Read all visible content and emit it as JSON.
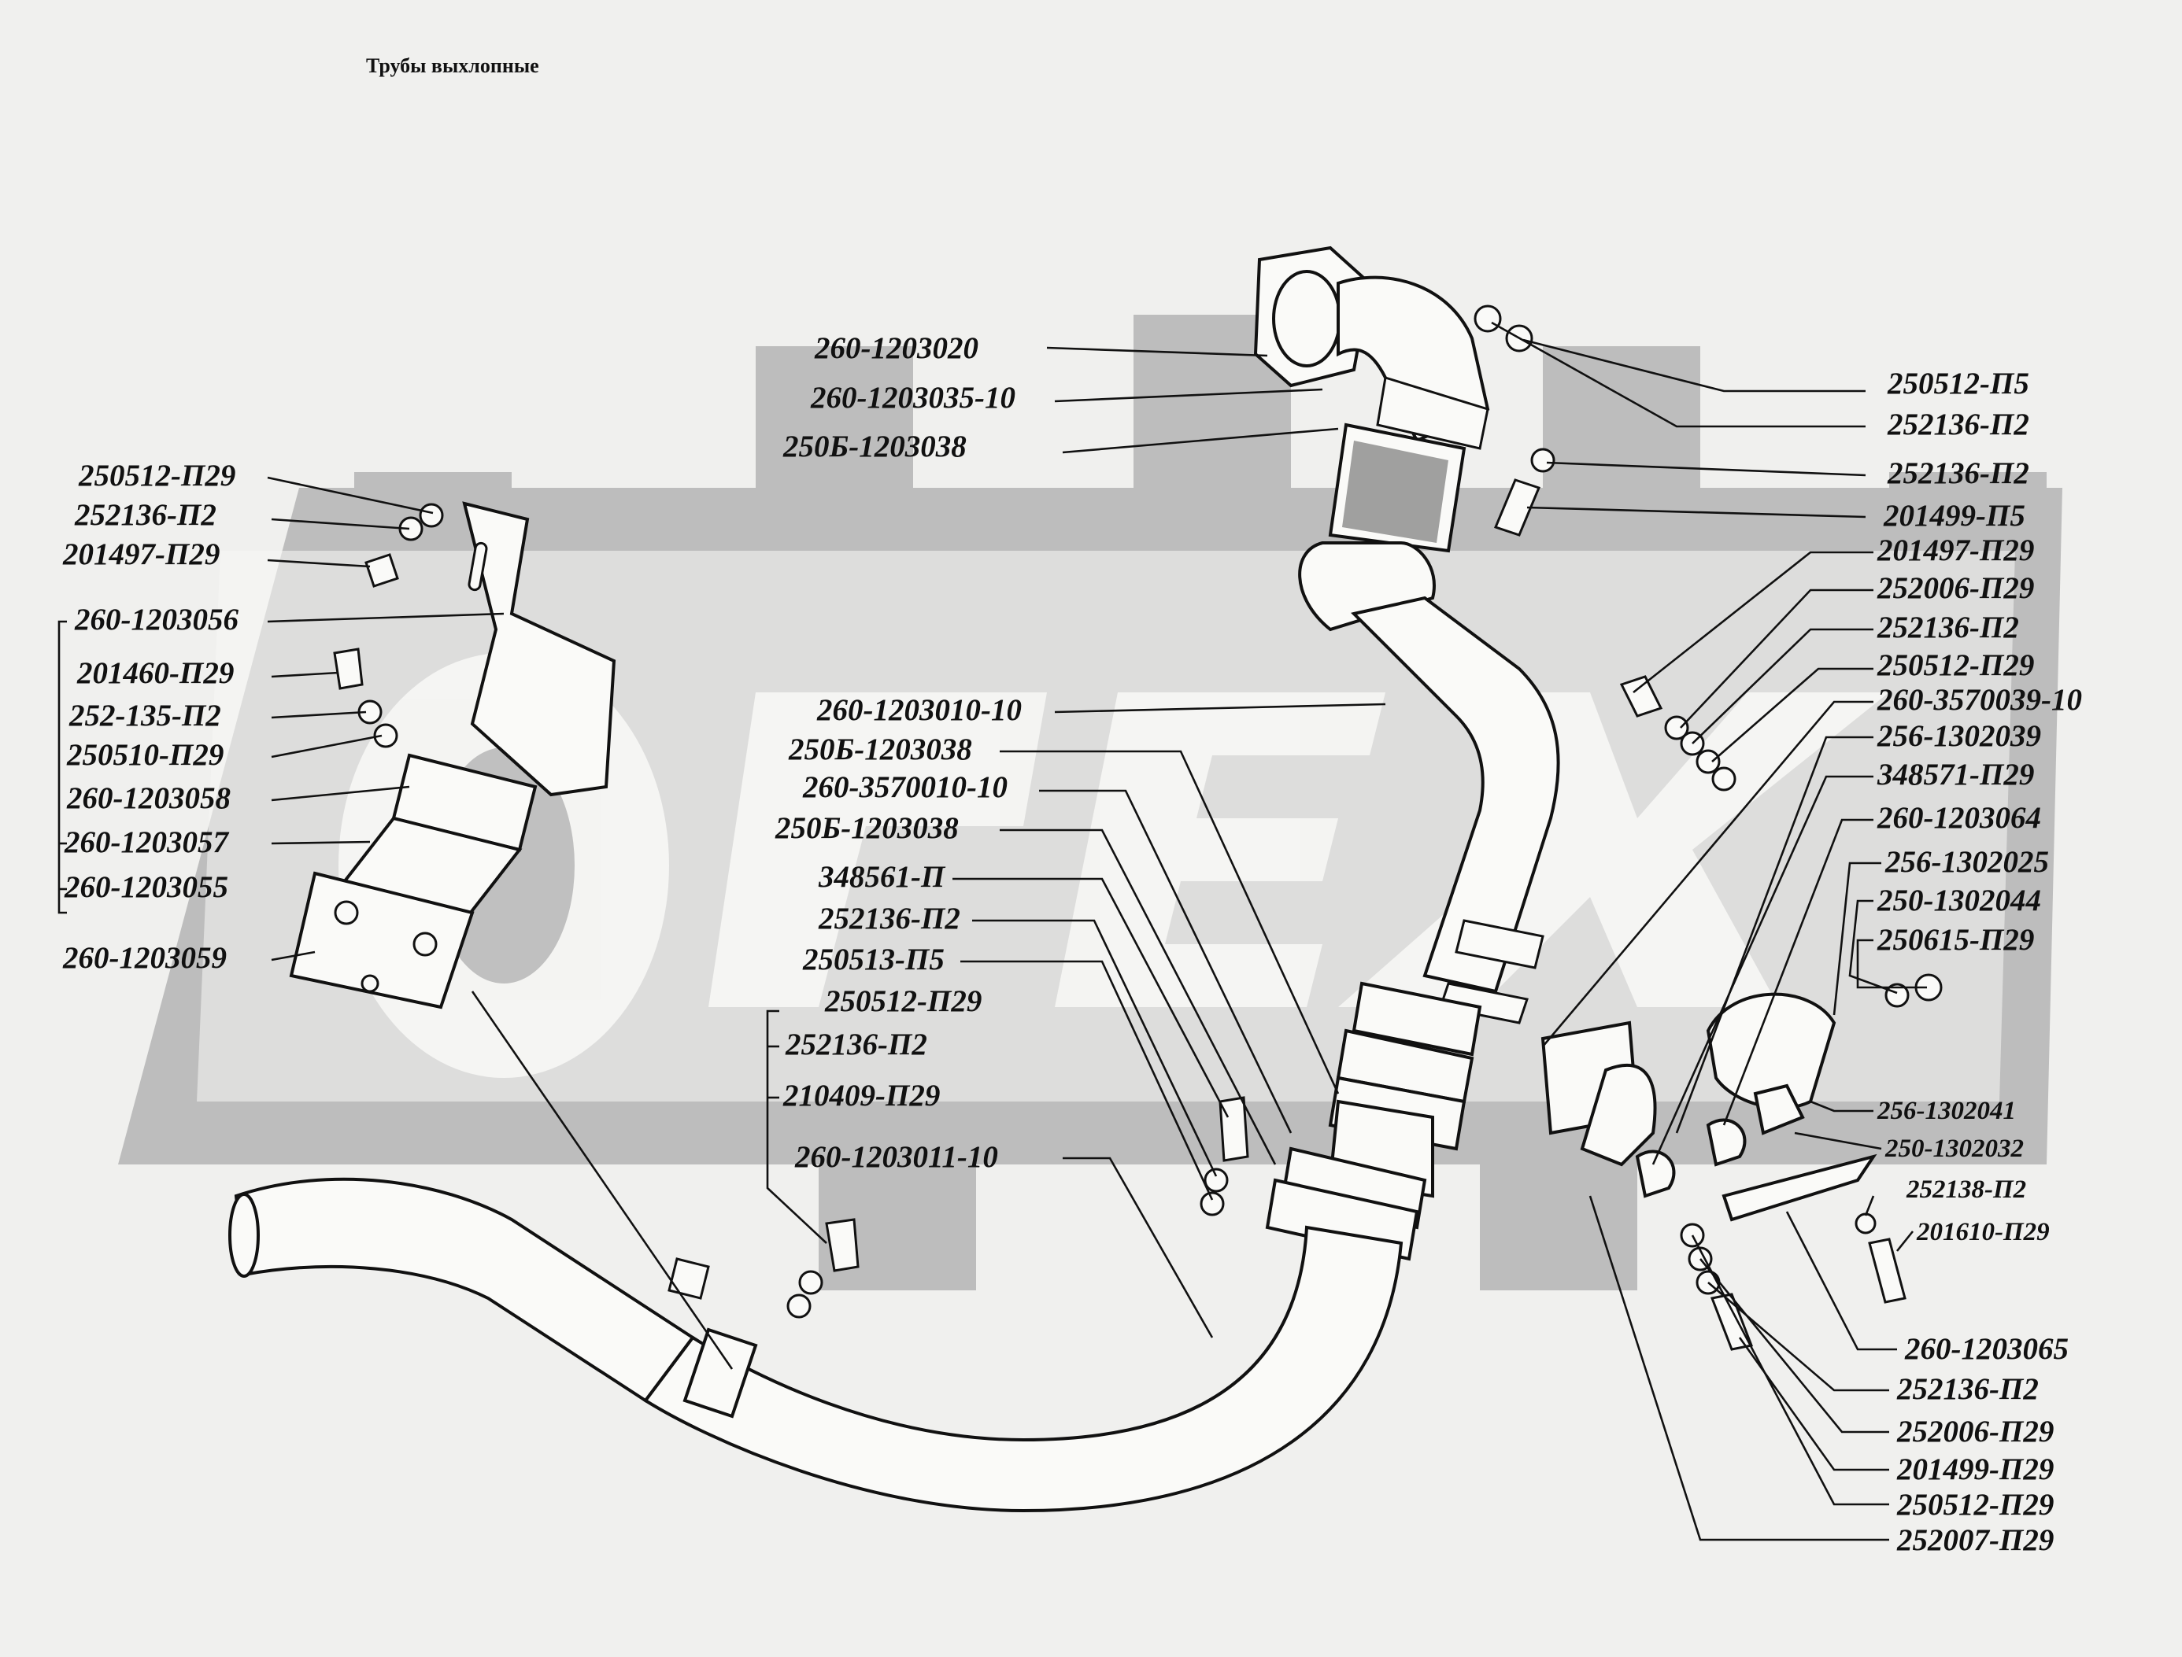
{
  "title": "Трубы  выхлопные",
  "labels": [
    {
      "id": "l1",
      "text": "260-1203020"
    },
    {
      "id": "l2",
      "text": "260-1203035-10"
    },
    {
      "id": "l3",
      "text": "250Б-1203038"
    },
    {
      "id": "l4",
      "text": "250512-П5"
    },
    {
      "id": "l5",
      "text": "252136-П2"
    },
    {
      "id": "l6",
      "text": "252136-П2"
    },
    {
      "id": "l7",
      "text": "201499-П5"
    },
    {
      "id": "l8",
      "text": "250512-П29"
    },
    {
      "id": "l9",
      "text": "252136-П2"
    },
    {
      "id": "l10",
      "text": "201497-П29"
    },
    {
      "id": "l11",
      "text": "260-1203056"
    },
    {
      "id": "l12",
      "text": "201460-П29"
    },
    {
      "id": "l13",
      "text": "252-135-П2"
    },
    {
      "id": "l14",
      "text": "250510-П29"
    },
    {
      "id": "l15",
      "text": "260-1203058"
    },
    {
      "id": "l16",
      "text": "260-1203057"
    },
    {
      "id": "l17",
      "text": "260-1203055"
    },
    {
      "id": "l18",
      "text": "260-1203059"
    },
    {
      "id": "l19",
      "text": "201497-П29"
    },
    {
      "id": "l20",
      "text": "252006-П29"
    },
    {
      "id": "l21",
      "text": "252136-П2"
    },
    {
      "id": "l22",
      "text": "250512-П29"
    },
    {
      "id": "l23",
      "text": "260-3570039-10"
    },
    {
      "id": "l24",
      "text": "256-1302039"
    },
    {
      "id": "l25",
      "text": "348571-П29"
    },
    {
      "id": "l26",
      "text": "260-1203064"
    },
    {
      "id": "l27",
      "text": "256-1302025"
    },
    {
      "id": "l28",
      "text": "250-1302044"
    },
    {
      "id": "l29",
      "text": "250615-П29"
    },
    {
      "id": "l30",
      "text": "256-1302041"
    },
    {
      "id": "l31",
      "text": "250-1302032"
    },
    {
      "id": "l32",
      "text": "252138-П2"
    },
    {
      "id": "l33",
      "text": "201610-П29"
    },
    {
      "id": "l34",
      "text": "260-1203065"
    },
    {
      "id": "l35",
      "text": "252136-П2"
    },
    {
      "id": "l36",
      "text": "252006-П29"
    },
    {
      "id": "l37",
      "text": "201499-П29"
    },
    {
      "id": "l38",
      "text": "250512-П29"
    },
    {
      "id": "l39",
      "text": "252007-П29"
    },
    {
      "id": "l40",
      "text": "260-1203010-10"
    },
    {
      "id": "l41",
      "text": "250Б-1203038"
    },
    {
      "id": "l42",
      "text": "260-3570010-10"
    },
    {
      "id": "l43",
      "text": "250Б-1203038"
    },
    {
      "id": "l44",
      "text": "348561-П"
    },
    {
      "id": "l45",
      "text": "252136-П2"
    },
    {
      "id": "l46",
      "text": "250513-П5"
    },
    {
      "id": "l47",
      "text": "250512-П29"
    },
    {
      "id": "l48",
      "text": "252136-П2"
    },
    {
      "id": "l49",
      "text": "210409-П29"
    },
    {
      "id": "l50",
      "text": "260-1203011-10"
    }
  ]
}
